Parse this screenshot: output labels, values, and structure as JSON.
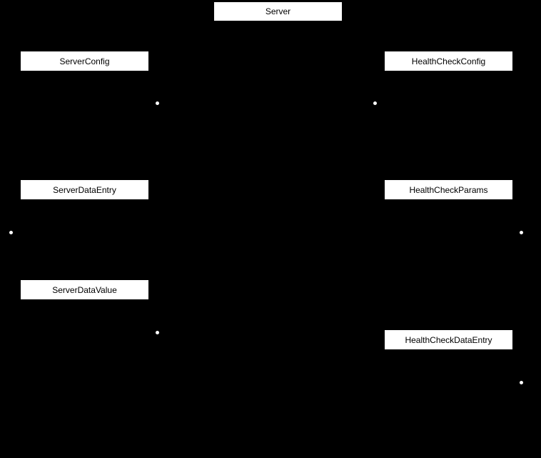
{
  "diagram": {
    "title": "Server health-check data model diagram",
    "colors": {
      "background": "#000000",
      "node_fill": "#ffffff",
      "node_text": "#000000",
      "edge_dot": "#ffffff"
    },
    "nodes": [
      {
        "id": "server",
        "label": "Server"
      },
      {
        "id": "server-config",
        "label": "ServerConfig"
      },
      {
        "id": "health-check-config",
        "label": "HealthCheckConfig"
      },
      {
        "id": "server-data-entry",
        "label": "ServerDataEntry"
      },
      {
        "id": "health-check-params",
        "label": "HealthCheckParams"
      },
      {
        "id": "server-data-value",
        "label": "ServerDataValue"
      },
      {
        "id": "health-check-data-entry",
        "label": "HealthCheckDataEntry"
      }
    ],
    "edge_dot_count": 6
  }
}
